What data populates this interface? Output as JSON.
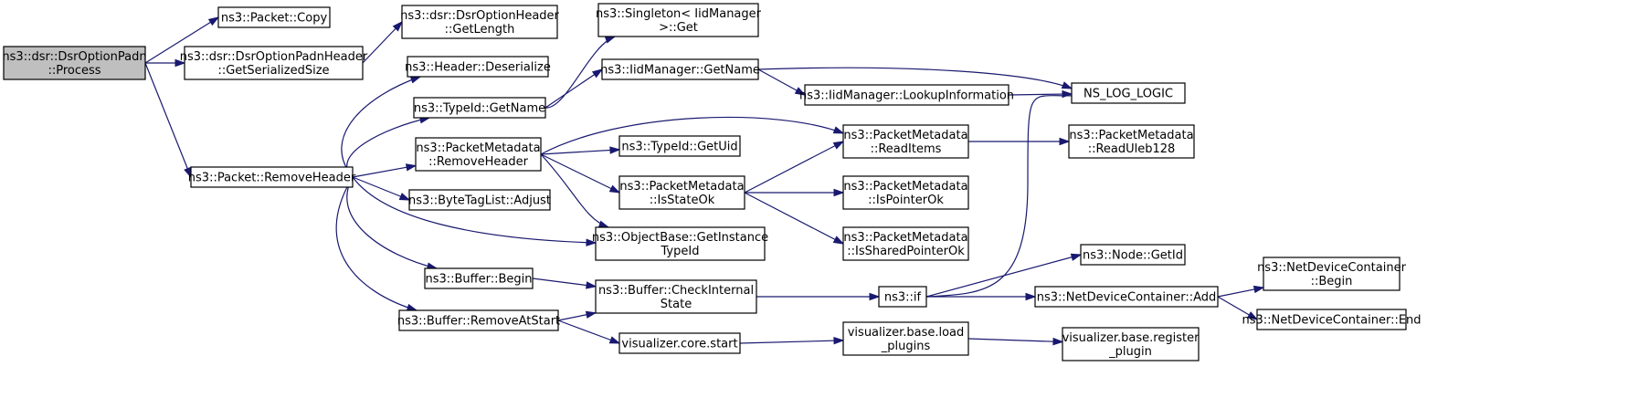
{
  "nodes": [
    {
      "id": "n0",
      "lines": [
        "ns3::dsr::DsrOptionPadn",
        "::Process"
      ],
      "root": true
    },
    {
      "id": "n1",
      "lines": [
        "ns3::Packet::Copy"
      ]
    },
    {
      "id": "n2",
      "lines": [
        "ns3::dsr::DsrOptionPadnHeader",
        "::GetSerializedSize"
      ]
    },
    {
      "id": "n3",
      "lines": [
        "ns3::dsr::DsrOptionHeader",
        "::GetLength"
      ]
    },
    {
      "id": "n4",
      "lines": [
        "ns3::Packet::RemoveHeader"
      ]
    },
    {
      "id": "n5",
      "lines": [
        "ns3::Header::Deserialize"
      ]
    },
    {
      "id": "n6",
      "lines": [
        "ns3::TypeId::GetName"
      ]
    },
    {
      "id": "n7",
      "lines": [
        "ns3::Singleton< IidManager",
        " >::Get"
      ]
    },
    {
      "id": "n8",
      "lines": [
        "ns3::IidManager::GetName"
      ]
    },
    {
      "id": "n9",
      "lines": [
        "ns3::IidManager::LookupInformation"
      ]
    },
    {
      "id": "n10",
      "lines": [
        "NS_LOG_LOGIC"
      ]
    },
    {
      "id": "n11",
      "lines": [
        "ns3::PacketMetadata",
        "::RemoveHeader"
      ]
    },
    {
      "id": "n12",
      "lines": [
        "ns3::TypeId::GetUid"
      ]
    },
    {
      "id": "n13",
      "lines": [
        "ns3::PacketMetadata",
        "::ReadItems"
      ]
    },
    {
      "id": "n14",
      "lines": [
        "ns3::PacketMetadata",
        "::ReadUleb128"
      ]
    },
    {
      "id": "n15",
      "lines": [
        "ns3::PacketMetadata",
        "::IsStateOk"
      ]
    },
    {
      "id": "n16",
      "lines": [
        "ns3::PacketMetadata",
        "::IsPointerOk"
      ]
    },
    {
      "id": "n17",
      "lines": [
        "ns3::PacketMetadata",
        "::IsSharedPointerOk"
      ]
    },
    {
      "id": "n18",
      "lines": [
        "ns3::ByteTagList::Adjust"
      ]
    },
    {
      "id": "n19",
      "lines": [
        "ns3::ObjectBase::GetInstance",
        "TypeId"
      ]
    },
    {
      "id": "n20",
      "lines": [
        "ns3::Buffer::Begin"
      ]
    },
    {
      "id": "n21",
      "lines": [
        "ns3::Buffer::CheckInternal",
        "State"
      ]
    },
    {
      "id": "n22",
      "lines": [
        "ns3::if"
      ]
    },
    {
      "id": "n23",
      "lines": [
        "ns3::Node::GetId"
      ]
    },
    {
      "id": "n24",
      "lines": [
        "ns3::NetDeviceContainer::Add"
      ]
    },
    {
      "id": "n25",
      "lines": [
        "ns3::NetDeviceContainer",
        "::Begin"
      ]
    },
    {
      "id": "n26",
      "lines": [
        "ns3::NetDeviceContainer::End"
      ]
    },
    {
      "id": "n27",
      "lines": [
        "ns3::Buffer::RemoveAtStart"
      ]
    },
    {
      "id": "n28",
      "lines": [
        "visualizer.core.start"
      ]
    },
    {
      "id": "n29",
      "lines": [
        "visualizer.base.load",
        "_plugins"
      ]
    },
    {
      "id": "n30",
      "lines": [
        "visualizer.base.register",
        "_plugin"
      ]
    }
  ],
  "edges": [
    {
      "from": "n0",
      "to": "n1"
    },
    {
      "from": "n0",
      "to": "n2"
    },
    {
      "from": "n0",
      "to": "n4"
    },
    {
      "from": "n2",
      "to": "n3"
    },
    {
      "from": "n4",
      "to": "n5"
    },
    {
      "from": "n4",
      "to": "n6"
    },
    {
      "from": "n4",
      "to": "n11"
    },
    {
      "from": "n4",
      "to": "n18"
    },
    {
      "from": "n4",
      "to": "n19"
    },
    {
      "from": "n4",
      "to": "n20"
    },
    {
      "from": "n4",
      "to": "n27"
    },
    {
      "from": "n6",
      "to": "n7"
    },
    {
      "from": "n6",
      "to": "n8"
    },
    {
      "from": "n8",
      "to": "n10"
    },
    {
      "from": "n8",
      "to": "n9"
    },
    {
      "from": "n9",
      "to": "n10"
    },
    {
      "from": "n11",
      "to": "n13"
    },
    {
      "from": "n11",
      "to": "n12"
    },
    {
      "from": "n11",
      "to": "n15"
    },
    {
      "from": "n11",
      "to": "n19"
    },
    {
      "from": "n13",
      "to": "n14"
    },
    {
      "from": "n15",
      "to": "n13"
    },
    {
      "from": "n15",
      "to": "n16"
    },
    {
      "from": "n15",
      "to": "n17"
    },
    {
      "from": "n20",
      "to": "n21"
    },
    {
      "from": "n27",
      "to": "n21"
    },
    {
      "from": "n27",
      "to": "n28"
    },
    {
      "from": "n21",
      "to": "n22"
    },
    {
      "from": "n22",
      "to": "n10"
    },
    {
      "from": "n22",
      "to": "n23"
    },
    {
      "from": "n22",
      "to": "n24"
    },
    {
      "from": "n24",
      "to": "n25"
    },
    {
      "from": "n24",
      "to": "n26"
    },
    {
      "from": "n28",
      "to": "n29"
    },
    {
      "from": "n29",
      "to": "n30"
    }
  ]
}
